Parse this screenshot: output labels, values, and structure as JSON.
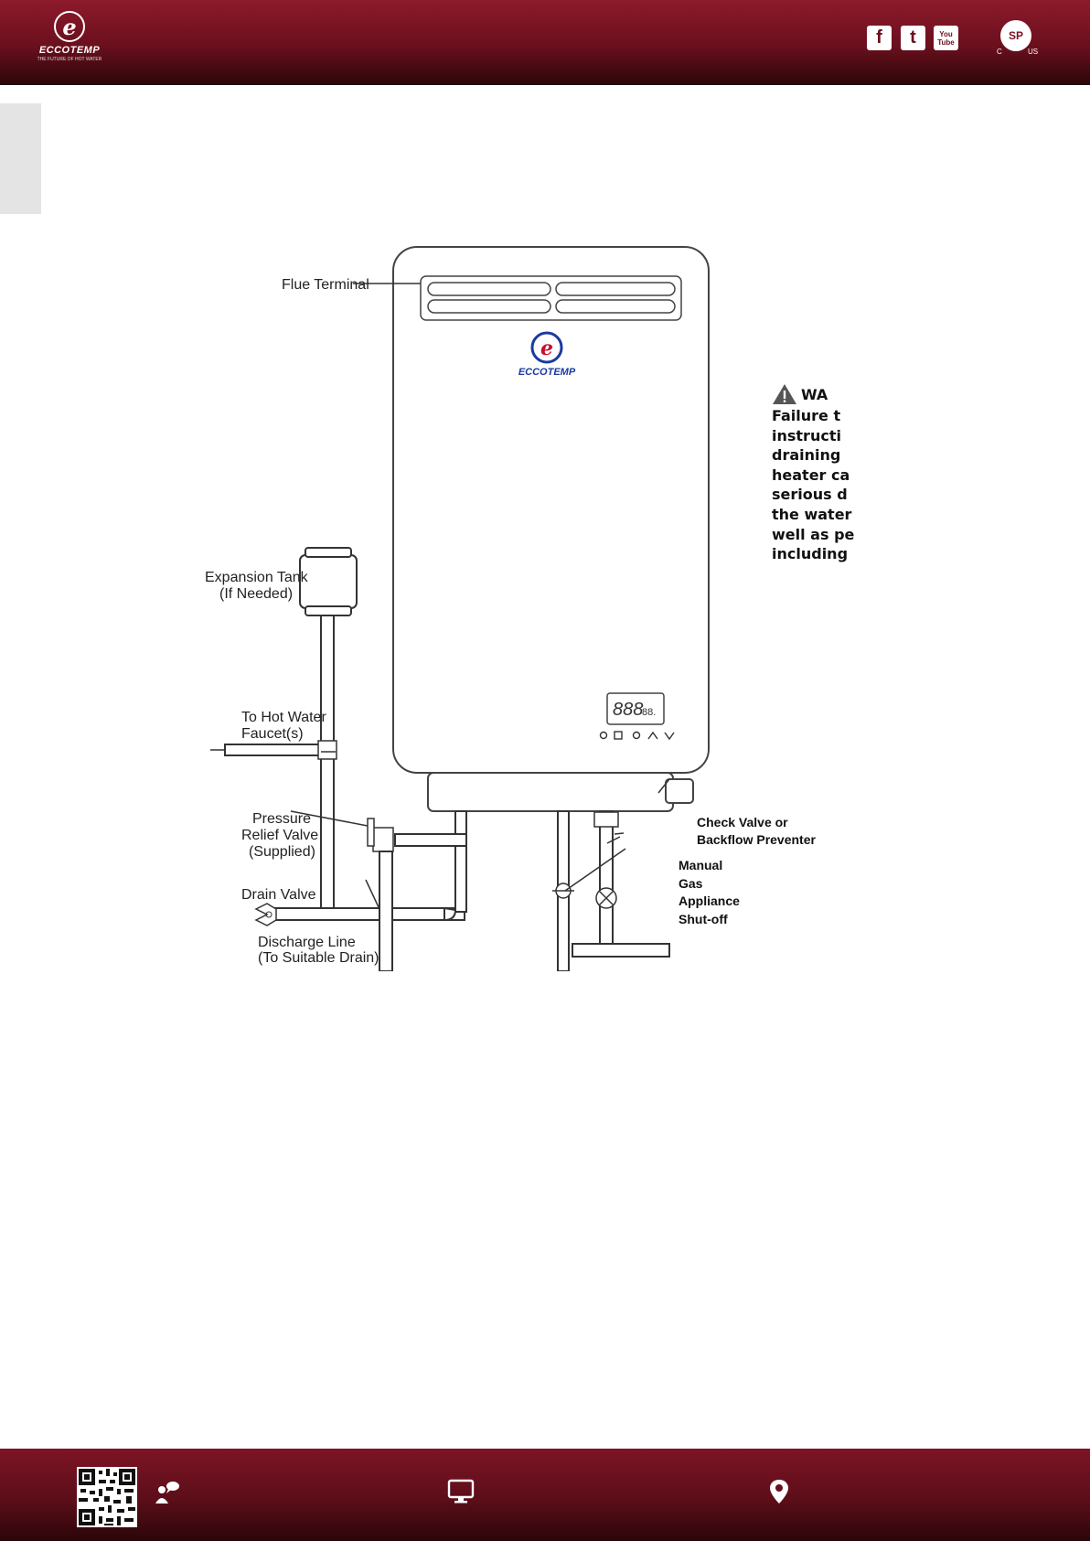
{
  "header": {
    "brand_mark": "e",
    "brand_name": "ECCOTEMP",
    "brand_tagline": "THE FUTURE OF HOT WATER",
    "social": {
      "facebook": "f",
      "twitter": "t",
      "youtube_top": "You",
      "youtube_bottom": "Tube"
    },
    "certification": {
      "mark": "SP",
      "left": "C",
      "right": "US"
    }
  },
  "diagram": {
    "labels": {
      "flue_terminal": "Flue Terminal",
      "expansion_tank": "Expansion Tank",
      "expansion_tank_note": "(If Needed)",
      "hot_water_1": "To Hot Water",
      "hot_water_2": "Faucet(s)",
      "pressure_1": "Pressure",
      "pressure_2": "Relief Valve",
      "pressure_3": "(Supplied)",
      "drain_valve": "Drain Valve",
      "discharge_1": "Discharge Line",
      "discharge_2": "(To Suitable Drain)",
      "check_valve_1": "Check Valve or",
      "check_valve_2": "Backflow Preventer",
      "gas_1": "Manual",
      "gas_2": "Gas",
      "gas_3": "Appliance",
      "gas_4": "Shut-off"
    },
    "unit_logo_name": "ECCOTEMP",
    "display_digits": "888",
    "display_small": "88."
  },
  "warning": {
    "title": "WA",
    "lines": [
      "Failure t",
      "instructi",
      "draining",
      "heater ca",
      "serious d",
      "the water",
      "well as pe",
      "including"
    ]
  },
  "colors": {
    "header": "#7a1424",
    "accent_blue": "#1a3aa0",
    "accent_red": "#c8102e"
  },
  "icons": {
    "contact": "person-chat-icon",
    "website": "monitor-icon",
    "location": "map-pin-icon"
  }
}
